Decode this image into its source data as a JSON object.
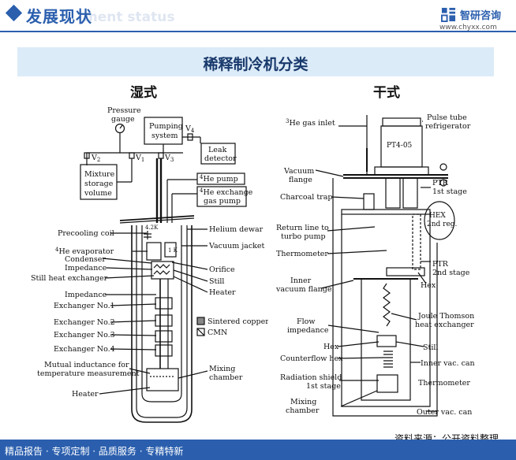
{
  "header": {
    "title": "发展现状",
    "subtitle_watermark": "ment status",
    "logo_text": "智研咨询",
    "url": "www.chyxx.com"
  },
  "banner": {
    "title": "稀释制冷机分类"
  },
  "wet": {
    "title": "湿式",
    "labels": {
      "pressure_gauge_1": "Pressure",
      "pressure_gauge_2": "gauge",
      "pumping_1": "Pumping",
      "pumping_2": "system",
      "v4": "V",
      "v2": "V",
      "v1": "V",
      "v3": "V",
      "leak_1": "Leak",
      "leak_2": "detector",
      "mixture_1": "Mixture",
      "mixture_2": "storage",
      "mixture_3": "volume",
      "he_pump": "He pump",
      "he_exch_1": "He exchange",
      "he_exch_2": "gas pump",
      "k42": "4.2K",
      "helium_dewar": "Helium dewar",
      "vacuum_jacket": "Vacuum jacket",
      "orifice": "Orifice",
      "still": "Still",
      "heater_r": "Heater",
      "precooling": "Precooling coil",
      "he_evaporator": "He evaporator",
      "condenser": "Condenser",
      "impedance_1": "Impedance",
      "still_hx": "Still heat exchanger",
      "impedance_2": "Impedance",
      "ex1": "Exchanger No.1",
      "ex2": "Exchanger No.2",
      "ex3": "Exchanger No.3",
      "ex4": "Exchanger No.4",
      "mutual_1": "Mutual inductance for",
      "mutual_2": "temperature measurement",
      "heater_l": "Heater",
      "sintered": "Sintered copper",
      "cmn": "CMN",
      "mixing_1": "Mixing",
      "mixing_2": "chamber",
      "sup4": "4",
      "sub1": "1",
      "sub2": "2",
      "sub3": "3",
      "sub4": "4",
      "k1": "1 K"
    }
  },
  "dry": {
    "title": "干式",
    "labels": {
      "he3_inlet": "He gas inlet",
      "sup3": "3",
      "pt405": "PT4-05",
      "pulse_1": "Pulse tube",
      "pulse_2": "refrigerator",
      "vacuum_flange_1": "Vacuum",
      "vacuum_flange_2": "flange",
      "charcoal": "Charcoal trap",
      "ptr1_1": "PTR",
      "ptr1_2": "1st stage",
      "hex_1": "HEX",
      "hex_2": "2nd reg.",
      "return_1": "Return line to",
      "return_2": "turbo pump",
      "thermometer_1": "Thermometer",
      "ptr2_1": "PTR",
      "ptr2_2": "2nd stage",
      "hex_small": "Hex",
      "inner_flange_1": "Inner",
      "inner_flange_2": "vacuum flange",
      "flow_1": "Flow",
      "flow_2": "impedance",
      "jt_1": "Joule Thomson",
      "jt_2": "heat exchanger",
      "hex_l": "Hex",
      "still": "Still",
      "counterflow": "Counterflow hex",
      "inner_can": "Inner vac. can",
      "rad_1": "Radiation shield",
      "rad_2": "1st stage",
      "thermometer_2": "Thermometer",
      "mixing_1": "Mixing",
      "mixing_2": "chamber",
      "outer_can": "Outer vac. can"
    }
  },
  "footer": {
    "left": "精品报告 · 专项定制 · 品质服务 · 专精特新",
    "source": "资料来源：公开资料整理"
  }
}
